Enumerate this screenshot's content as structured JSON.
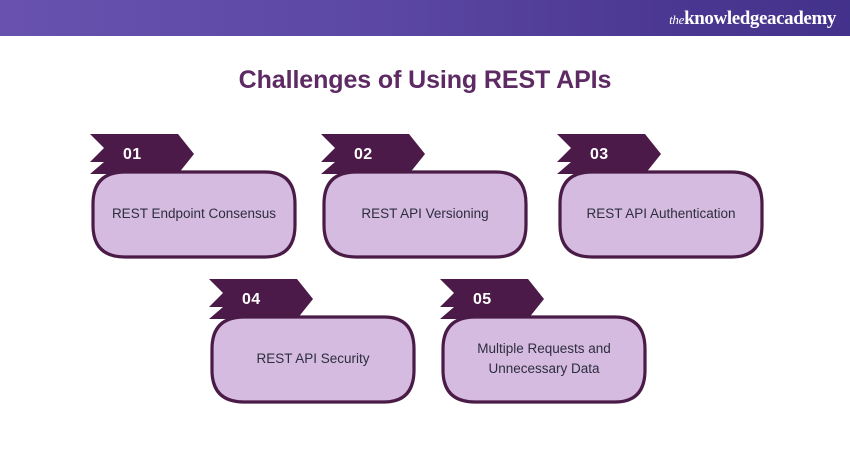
{
  "header": {
    "logo_the": "the",
    "logo_main": "knowledgeacademy",
    "gradient_start": "#6852af",
    "gradient_end": "#43328b"
  },
  "title": "Challenges of Using REST APIs",
  "colors": {
    "title": "#5d2a63",
    "card_fill": "#d4bbdf",
    "card_border": "#4a1b46",
    "badge_fill": "#4c1a48",
    "badge_text": "#ffffff",
    "card_text": "#2e2d40",
    "background": "#ffffff"
  },
  "cards": [
    {
      "number": "01",
      "label": "REST Endpoint Consensus"
    },
    {
      "number": "02",
      "label": "REST API Versioning"
    },
    {
      "number": "03",
      "label": "REST API Authentication"
    },
    {
      "number": "04",
      "label": "REST API Security"
    },
    {
      "number": "05",
      "label": "Multiple Requests and Unnecessary Data"
    }
  ]
}
